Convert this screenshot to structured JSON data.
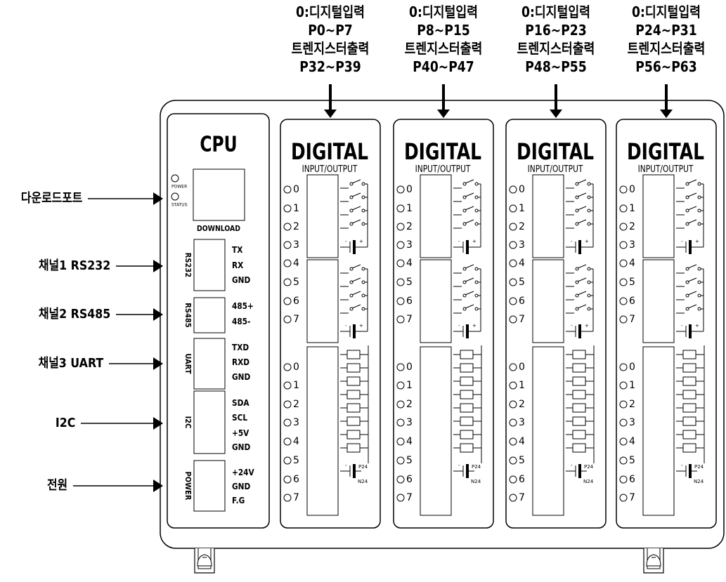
{
  "cpu": {
    "title": "CPU",
    "led_power": "POWER",
    "led_status": "STATUS",
    "download_label": "DOWNLOAD",
    "ports": [
      {
        "name": "RS232",
        "pins": [
          "TX",
          "RX",
          "GND"
        ]
      },
      {
        "name": "RS485",
        "pins": [
          "485+",
          "485-"
        ]
      },
      {
        "name": "UART",
        "pins": [
          "TXD",
          "RXD",
          "GND"
        ]
      },
      {
        "name": "I2C",
        "pins": [
          "SDA",
          "SCL",
          "+5V",
          "GND"
        ]
      },
      {
        "name": "POWER",
        "pins": [
          "+24V",
          "GND",
          "F.G"
        ]
      }
    ]
  },
  "left_labels": [
    "다운로드포트",
    "채널1  RS232",
    "채널2  RS485",
    "채널3  UART",
    "I2C",
    "전원"
  ],
  "module": {
    "title": "DIGITAL",
    "subtitle": "INPUT/OUTPUT",
    "input_numbers": [
      "0",
      "1",
      "2",
      "3",
      "4",
      "5",
      "6",
      "7"
    ],
    "output_numbers": [
      "0",
      "1",
      "2",
      "3",
      "4",
      "5",
      "6",
      "7"
    ],
    "sign_plus": "+",
    "sign_minus": "-",
    "p24": "P24",
    "n24": "N24"
  },
  "modules": [
    {
      "line1": "0:디지털입력",
      "line2": "P0~P7",
      "line3": "트렌지스터출력",
      "line4": "P32~P39"
    },
    {
      "line1": "0:디지털입력",
      "line2": "P8~P15",
      "line3": "트렌지스터출력",
      "line4": "P40~P47"
    },
    {
      "line1": "0:디지털입력",
      "line2": "P16~P23",
      "line3": "트렌지스터출력",
      "line4": "P48~P55"
    },
    {
      "line1": "0:디지털입력",
      "line2": "P24~P31",
      "line3": "트렌지스터출력",
      "line4": "P56~P63"
    }
  ]
}
